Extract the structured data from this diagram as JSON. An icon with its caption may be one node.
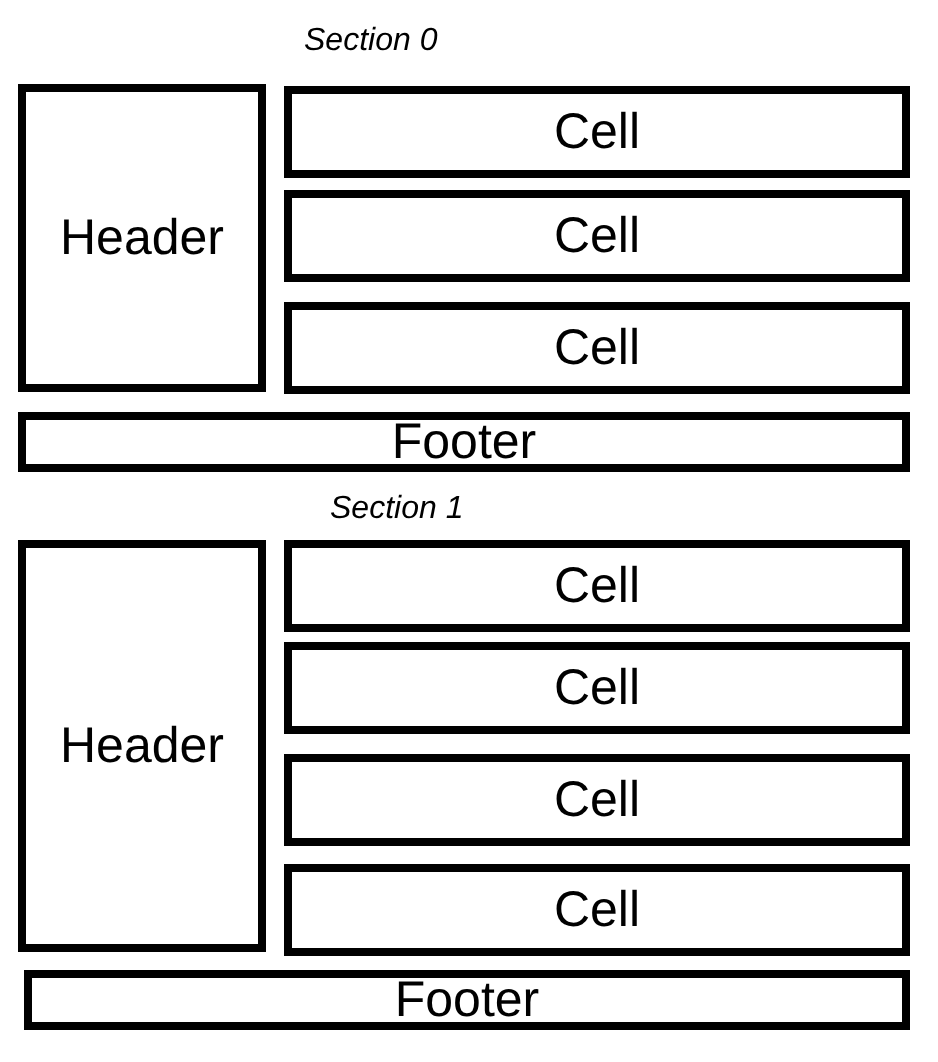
{
  "diagram": {
    "nodes": [
      {
        "text": [
          "Header"
        ]
      },
      {
        "text": [
          "Cell"
        ]
      },
      {
        "text": [
          "Cell"
        ]
      },
      {
        "text": [
          "Cell"
        ]
      },
      {
        "text": [
          "Footer"
        ]
      },
      {
        "text": [
          "Header"
        ]
      },
      {
        "text": [
          "Cell"
        ]
      },
      {
        "text": [
          "Cell"
        ]
      },
      {
        "text": [
          "Cell"
        ]
      },
      {
        "text": [
          "Cell"
        ]
      },
      {
        "text": [
          "Footer"
        ]
      }
    ],
    "labels": [
      "Section 0",
      "Section 1"
    ]
  }
}
